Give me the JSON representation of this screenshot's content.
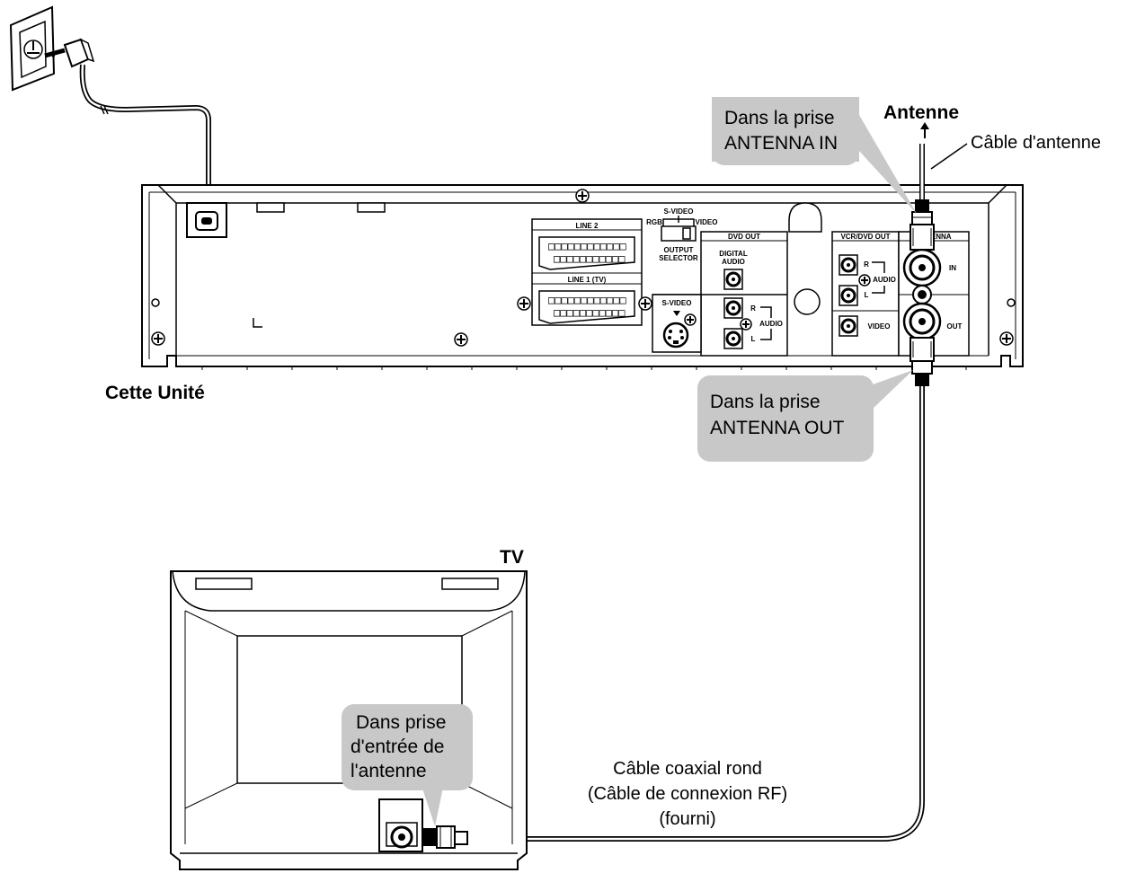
{
  "labels": {
    "antenna": "Antenne",
    "antenna_cable": "Câble d'antenne",
    "unit": "Cette Unité",
    "tv": "TV"
  },
  "callouts": {
    "antenna_in": [
      "Dans la prise",
      "ANTENNA IN"
    ],
    "antenna_out": [
      "Dans la prise",
      "ANTENNA OUT"
    ],
    "tv_input": [
      "Dans prise",
      "d'entrée de",
      "l'antenne"
    ]
  },
  "coax_cable": [
    "Câble coaxial rond",
    "(Câble de connexion RF)",
    "(fourni)"
  ],
  "panel": {
    "line2": "LINE 2",
    "line1": "LINE 1 (TV)",
    "scart_pins_top": "□□□□□□□□□□□□",
    "scart_pins_bottom": "□□□□□□□□□□□",
    "s_video_top": "S-VIDEO",
    "rgb": "RGB",
    "video_sw": "VIDEO",
    "output": "OUTPUT",
    "selector": "SELECTOR",
    "dvd_out": "DVD OUT",
    "digital": "DIGITAL",
    "audio_word": "AUDIO",
    "s_video": "S-VIDEO",
    "r": "R",
    "l": "L",
    "audio": "AUDIO",
    "vcr_dvd_out": "VCR/DVD OUT",
    "video": "VIDEO",
    "antenna": "ANTENNA",
    "in": "IN",
    "out": "OUT"
  },
  "colors": {
    "callout_bg": "#c8c8c8",
    "line": "#000000"
  }
}
